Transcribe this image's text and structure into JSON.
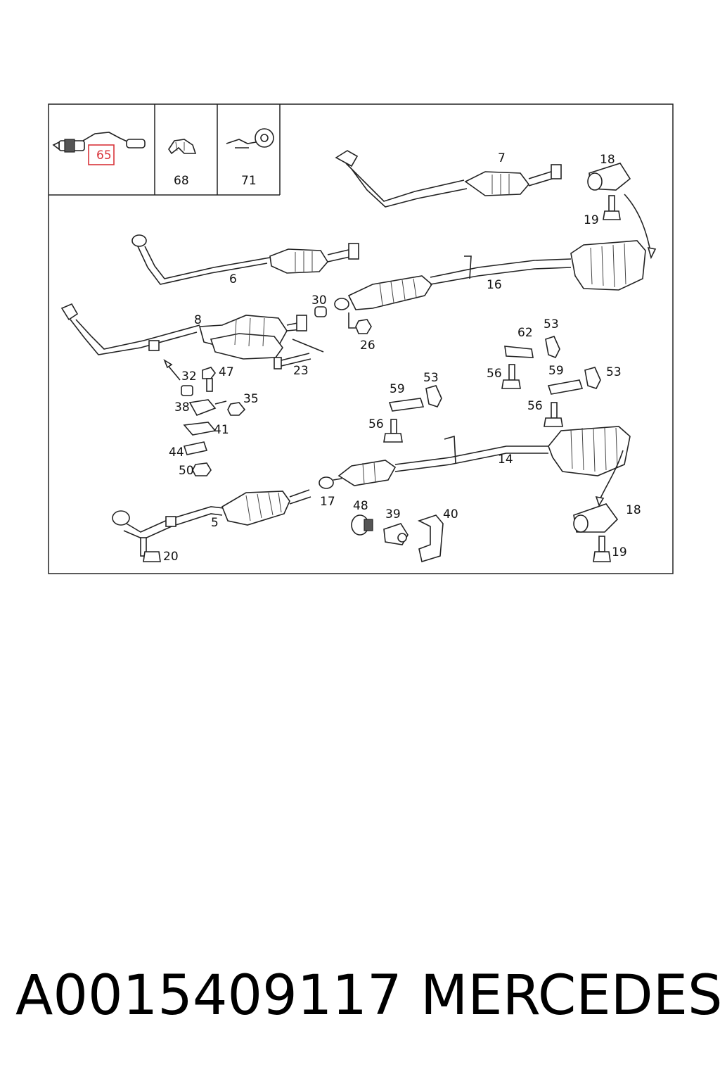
{
  "callouts": {
    "c65": "65",
    "c68": "68",
    "c71": "71",
    "c7": "7",
    "c18a": "18",
    "c19a": "19",
    "c6": "6",
    "c16": "16",
    "c30": "30",
    "c26": "26",
    "c8": "8",
    "c23": "23",
    "c62": "62",
    "c53a": "53",
    "c32": "32",
    "c47": "47",
    "c35": "35",
    "c38": "38",
    "c41": "41",
    "c44": "44",
    "c50": "50",
    "c59a": "59",
    "c53b": "53",
    "c56a": "56",
    "c56b": "56",
    "c59b": "59",
    "c53c": "53",
    "c56c": "56",
    "c14": "14",
    "c17": "17",
    "c5": "5",
    "c20": "20",
    "c48": "48",
    "c39": "39",
    "c40": "40",
    "c18b": "18",
    "c19b": "19"
  },
  "highlighted_part": "65",
  "highlight_color": "#d9343a",
  "caption": {
    "part_number": "A0015409117",
    "brand": "MERCEDES"
  }
}
